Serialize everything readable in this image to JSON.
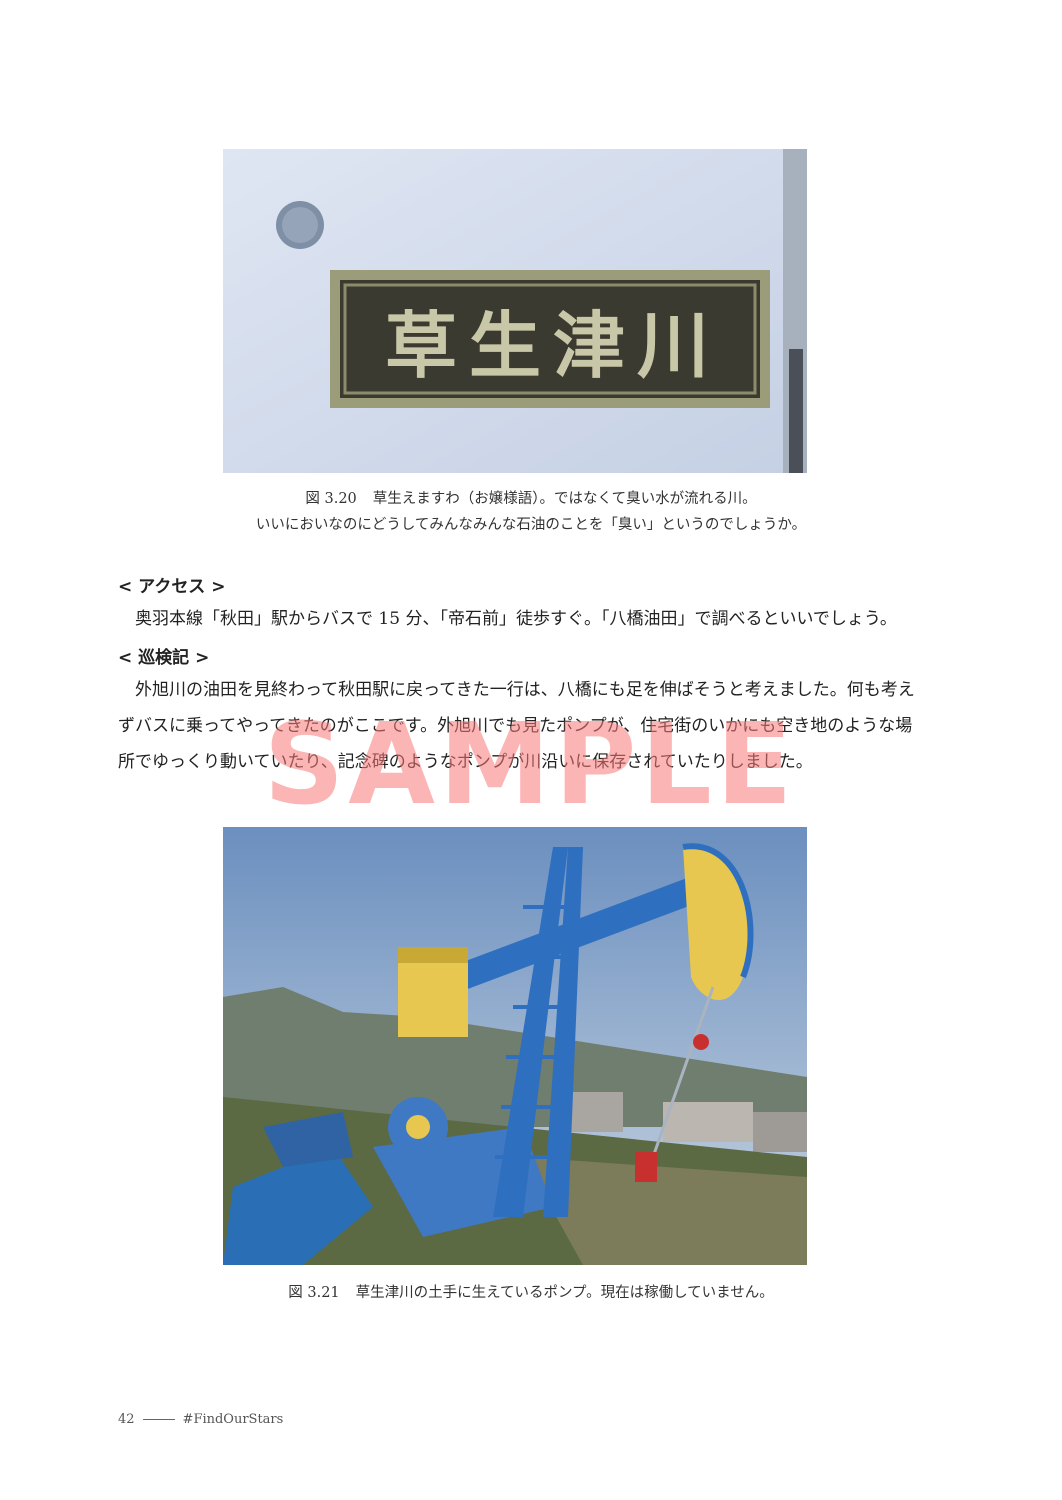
{
  "figure1": {
    "label": "図 3.20",
    "caption_line1": "草生えますわ（お嬢様語）。ではなくて臭い水が流れる川。",
    "caption_line2": "いいにおいなのにどうしてみんなみんな石油のことを「臭い」というのでしょうか。",
    "plaque_text": "草生津川"
  },
  "access": {
    "heading": "< アクセス >",
    "text": "奥羽本線「秋田」駅からバスで 15 分、「帝石前」徒歩すぐ。「八橋油田」で調べるといいでしょう。"
  },
  "visit": {
    "heading": "< 巡検記 >",
    "text": "外旭川の油田を見終わって秋田駅に戻ってきた一行は、八橋にも足を伸ばそうと考えました。何も考えずバスに乗ってやってきたのがここです。外旭川でも見たポンプが、住宅街のいかにも空き地のような場所でゆっくり動いていたり、記念碑のようなポンプが川沿いに保存されていたりしました。"
  },
  "watermark": "SAMPLE",
  "figure2": {
    "label": "図 3.21",
    "caption": "草生津川の土手に生えているポンプ。現在は稼働していません。"
  },
  "footer": {
    "page_number": "42",
    "hashtag": "#FindOurStars"
  },
  "colors": {
    "watermark": "#f77878",
    "pump_blue": "#2f6fc0",
    "pump_yellow": "#e7c750"
  }
}
